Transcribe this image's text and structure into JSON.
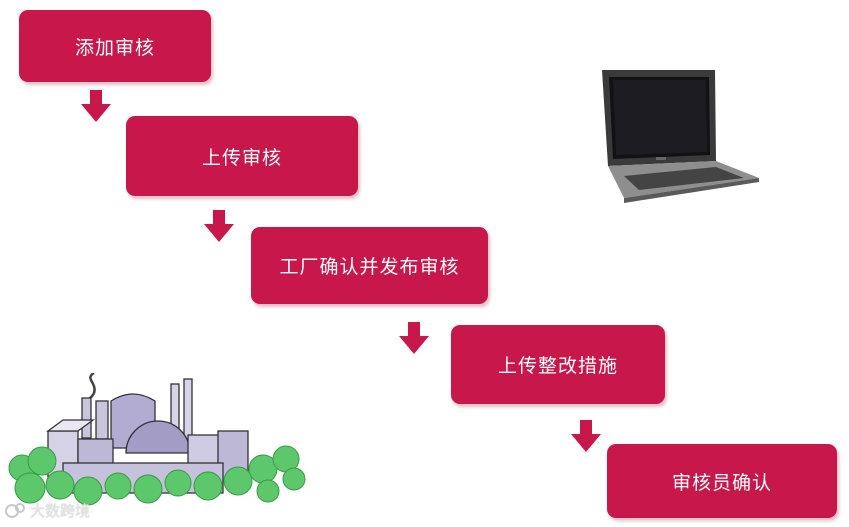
{
  "steps": [
    {
      "label": "添加审核"
    },
    {
      "label": "上传审核"
    },
    {
      "label": "工厂确认并发布审核"
    },
    {
      "label": "上传整改措施"
    },
    {
      "label": "审核员确认"
    }
  ],
  "colors": {
    "step_fill": "#c8174a",
    "arrow_fill": "#c8174a"
  },
  "illustrations": {
    "laptop": "laptop-icon",
    "factory": "factory-icon"
  },
  "watermark": {
    "text": "大数跨境"
  }
}
